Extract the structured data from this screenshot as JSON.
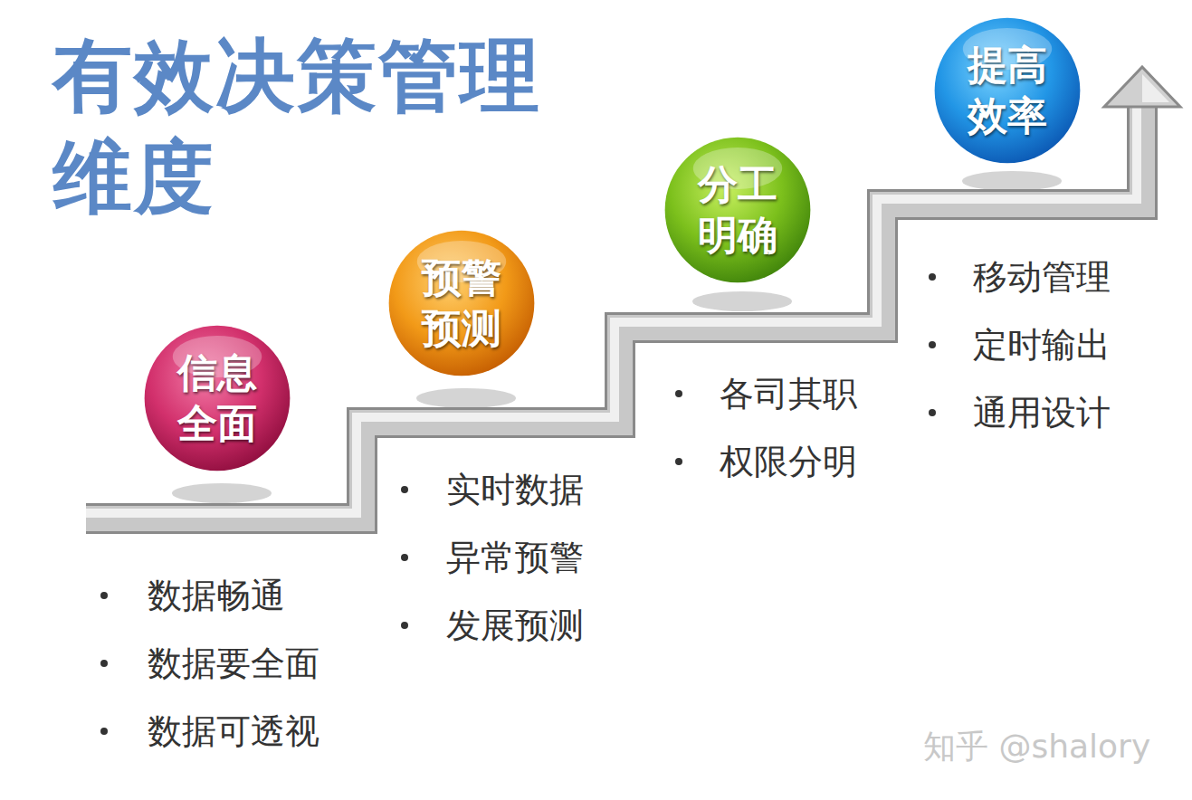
{
  "diagram": {
    "title": "有效决策管理 维度",
    "nodes": [
      {
        "text": [
          "信息 全面"
        ]
      },
      {
        "text": [
          "预警 预测"
        ]
      },
      {
        "text": [
          "分工 明确"
        ]
      },
      {
        "text": [
          "提高 效率"
        ]
      }
    ],
    "labels": [
      "数据畅通",
      "数据要全面",
      "数据可透视",
      "实时数据",
      "异常预警",
      "发展预测",
      "各司其职",
      "权限分明",
      "移动管理",
      "定时输出",
      "通用设计",
      "知乎 @shalory"
    ]
  }
}
